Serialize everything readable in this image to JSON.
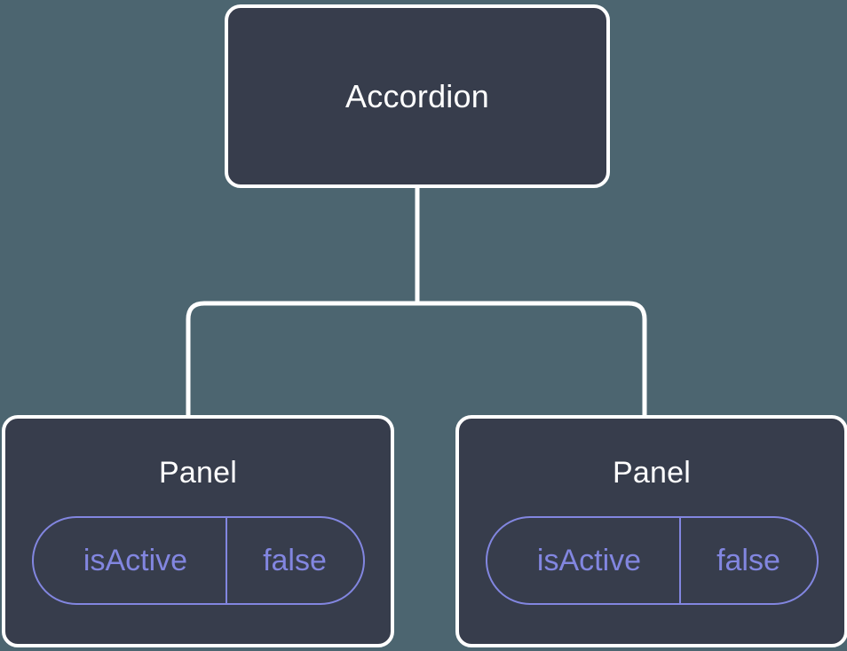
{
  "diagram": {
    "type": "component-tree",
    "background_color": "#4c6570",
    "node_fill_color": "#373d4c",
    "node_border_color": "#ffffff",
    "connector_color": "#ffffff",
    "accent_color": "#8286e0",
    "root": {
      "label": "Accordion"
    },
    "children": [
      {
        "label": "Panel",
        "state": {
          "key": "isActive",
          "value": "false"
        }
      },
      {
        "label": "Panel",
        "state": {
          "key": "isActive",
          "value": "false"
        }
      }
    ]
  }
}
